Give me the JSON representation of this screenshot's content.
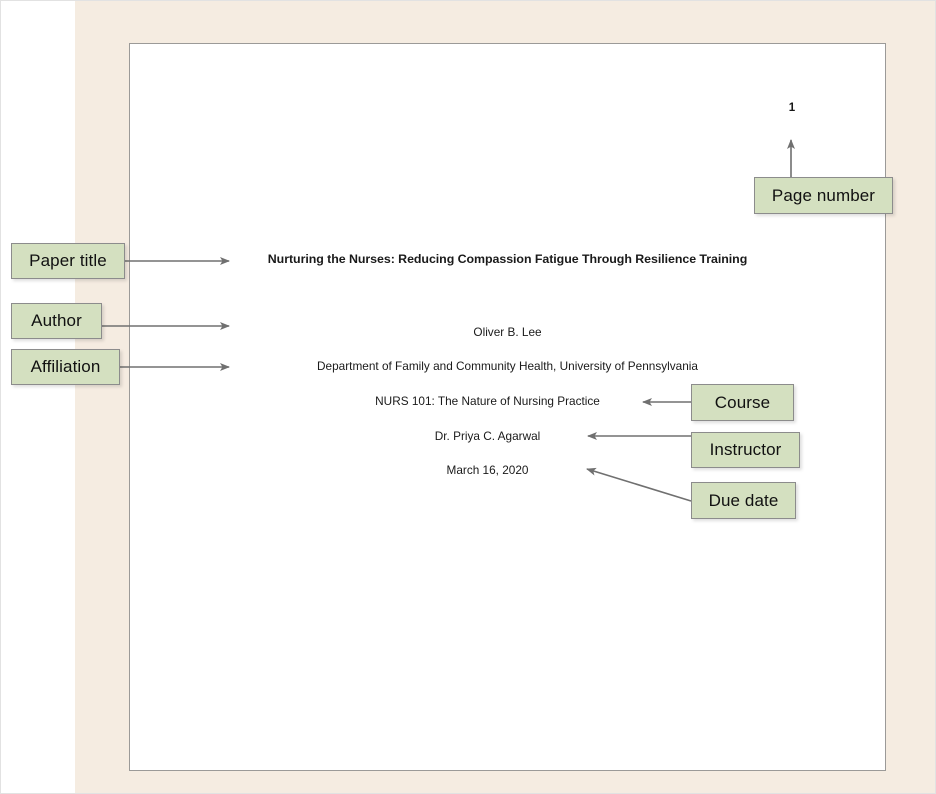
{
  "figure": {
    "type": "annotated-document-diagram",
    "subject": "APA style student title page"
  },
  "document": {
    "page_number": "1",
    "title": "Nurturing the Nurses: Reducing Compassion Fatigue Through Resilience Training",
    "author": "Oliver B. Lee",
    "affiliation": "Department of Family and Community Health, University of Pennsylvania",
    "course": "NURS 101: The Nature of Nursing Practice",
    "instructor": "Dr. Priya C. Agarwal",
    "due_date": "March 16, 2020"
  },
  "callouts": {
    "paper_title": "Paper title",
    "author": "Author",
    "affiliation": "Affiliation",
    "page_number": "Page number",
    "course": "Course",
    "instructor": "Instructor",
    "due_date": "Due date"
  },
  "colors": {
    "callout_fill": "#d4e0c0",
    "callout_border": "#8c8c8c",
    "backdrop": "#f5ece1",
    "page": "#ffffff",
    "page_border": "#9b9a98",
    "arrow": "#707070",
    "text": "#1a1a1a"
  }
}
